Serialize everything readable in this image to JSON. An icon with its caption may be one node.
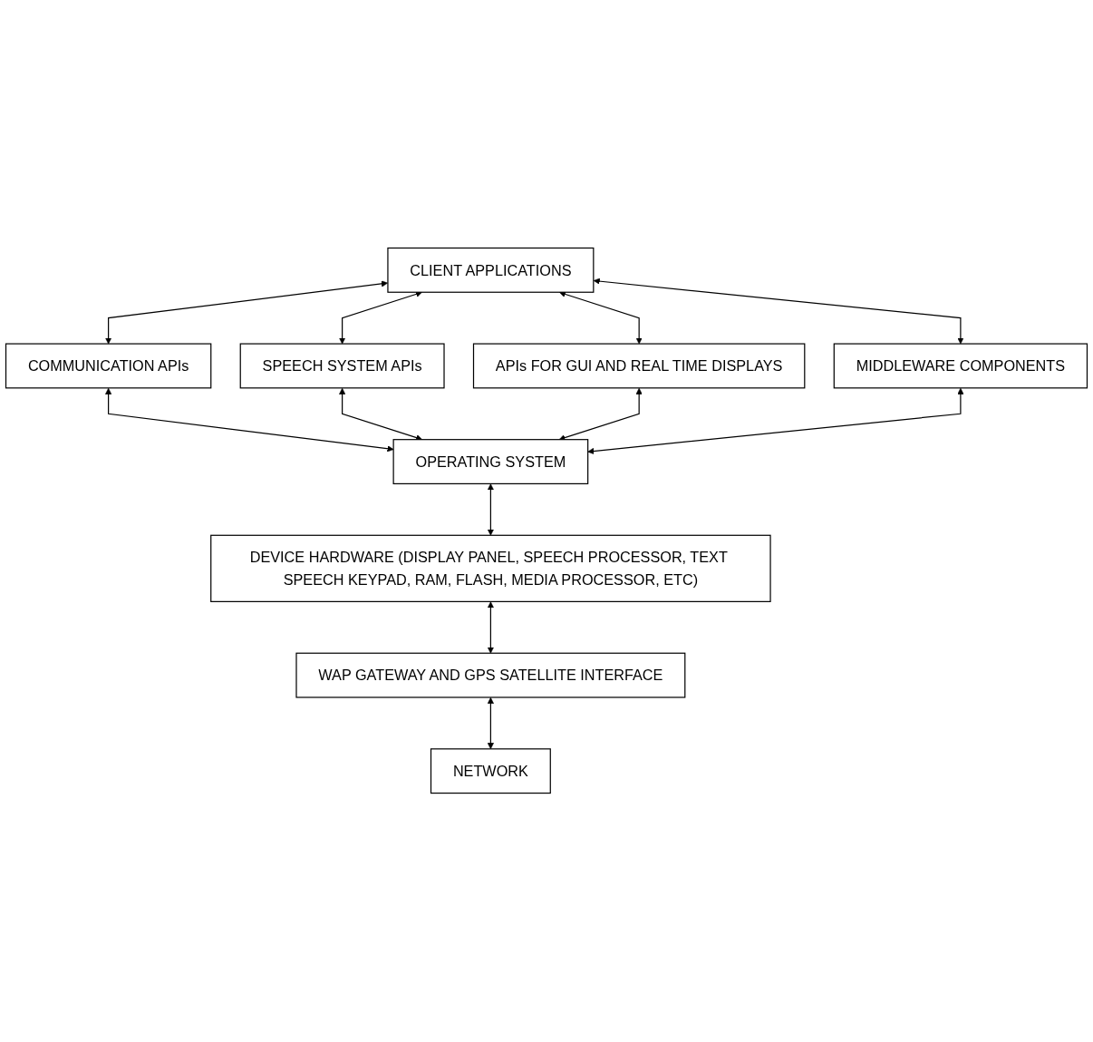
{
  "diagram": {
    "nodes": [
      {
        "text": [
          "CLIENT APPLICATIONS"
        ]
      },
      {
        "text": [
          "COMMUNICATION APIs"
        ]
      },
      {
        "text": [
          "SPEECH SYSTEM APIs"
        ]
      },
      {
        "text": [
          "APIs FOR GUI AND REAL TIME DISPLAYS"
        ]
      },
      {
        "text": [
          "MIDDLEWARE COMPONENTS"
        ]
      },
      {
        "text": [
          "OPERATING SYSTEM"
        ]
      },
      {
        "text": [
          "DEVICE HARDWARE (DISPLAY PANEL, SPEECH PROCESSOR, TEXT SPEECH KEYPAD, RAM, FLASH, MEDIA PROCESSOR, ETC)"
        ]
      },
      {
        "text": [
          "WAP GATEWAY AND GPS SATELLITE INTERFACE"
        ]
      },
      {
        "text": [
          "NETWORK"
        ]
      }
    ],
    "edges": [
      {
        "from": 0,
        "to": 1,
        "arrow": "both"
      },
      {
        "from": 0,
        "to": 2,
        "arrow": "both"
      },
      {
        "from": 0,
        "to": 3,
        "arrow": "both"
      },
      {
        "from": 0,
        "to": 4,
        "arrow": "both"
      },
      {
        "from": 1,
        "to": 5,
        "arrow": "both"
      },
      {
        "from": 2,
        "to": 5,
        "arrow": "both"
      },
      {
        "from": 3,
        "to": 5,
        "arrow": "both"
      },
      {
        "from": 4,
        "to": 5,
        "arrow": "both"
      },
      {
        "from": 5,
        "to": 6,
        "arrow": "both"
      },
      {
        "from": 6,
        "to": 7,
        "arrow": "both"
      },
      {
        "from": 7,
        "to": 8,
        "arrow": "both"
      }
    ]
  }
}
